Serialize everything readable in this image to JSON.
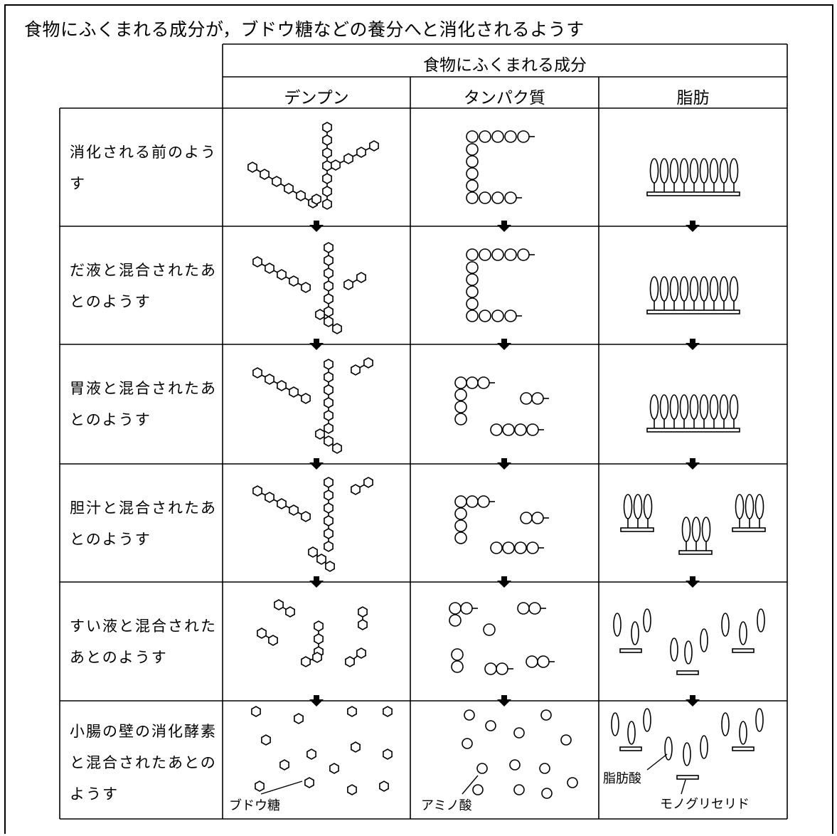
{
  "title": "食物にふくまれる成分が，ブドウ糖などの養分へと消化されるようす",
  "header": {
    "group": "食物にふくまれる成分",
    "columns": [
      "デンプン",
      "タンパク質",
      "脂肪"
    ]
  },
  "rows": [
    {
      "label": "消化される前のようす"
    },
    {
      "label": "だ液と混合されたあとのようす"
    },
    {
      "label": "胃液と混合されたあとのようす"
    },
    {
      "label": "胆汁と混合されたあとのようす"
    },
    {
      "label": "すい液と混合されたあとのようす"
    },
    {
      "label": "小腸の壁の消化酵素と混合されたあとのようす"
    }
  ],
  "labels": {
    "glucose": "ブドウ糖",
    "amino_acid": "アミノ酸",
    "fatty_acid": "脂肪酸",
    "monoglyceride": "モノグリセリド"
  }
}
